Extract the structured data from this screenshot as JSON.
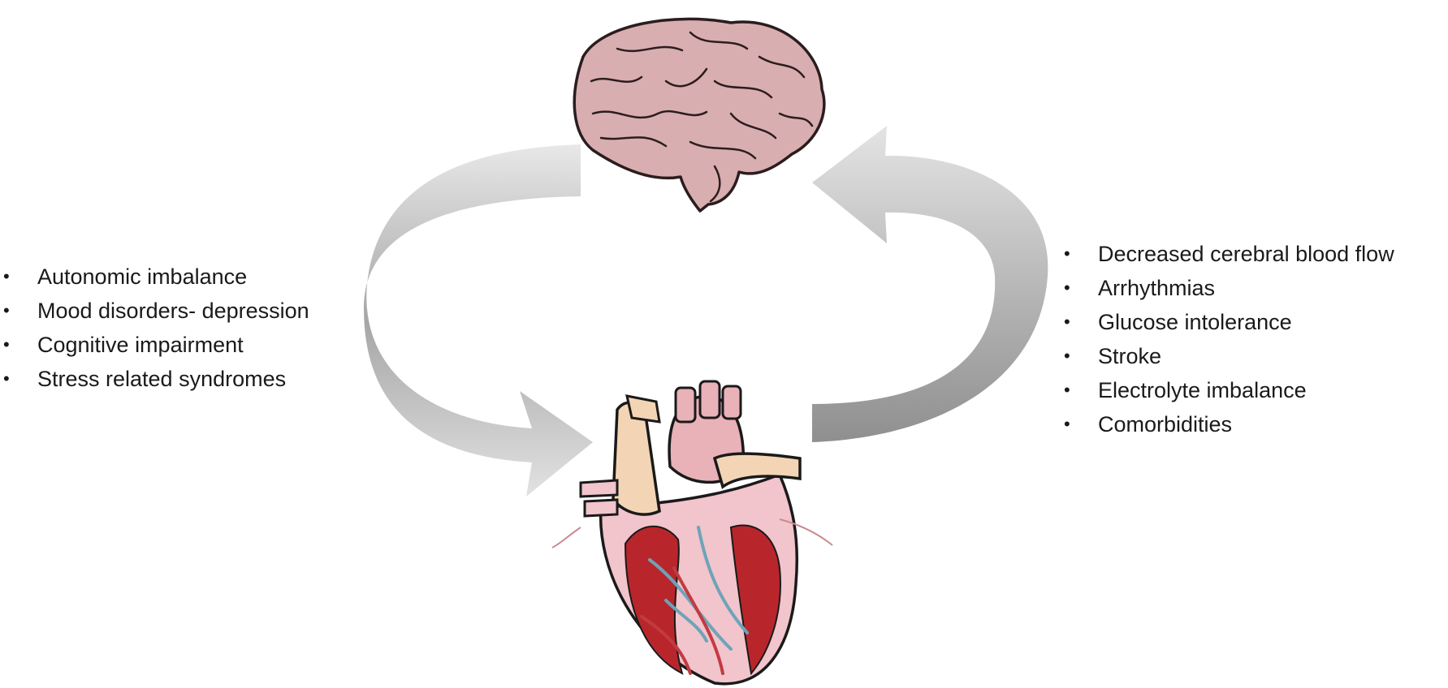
{
  "diagram": {
    "nodes": [
      {
        "id": "brain",
        "icon": "brain-icon"
      },
      {
        "id": "heart",
        "icon": "heart-icon"
      }
    ],
    "edges": [
      {
        "from": "brain",
        "to": "heart",
        "direction": "counter-clockwise, left side"
      },
      {
        "from": "heart",
        "to": "brain",
        "direction": "counter-clockwise, right side"
      }
    ]
  },
  "left_list": {
    "items": [
      "Autonomic imbalance",
      "Mood disorders- depression",
      "Cognitive impairment",
      "Stress related syndromes"
    ]
  },
  "right_list": {
    "items": [
      "Decreased cerebral blood flow",
      "Arrhythmias",
      "Glucose intolerance",
      "Stroke",
      "Electrolyte imbalance",
      "Comorbidities"
    ]
  },
  "colors": {
    "arrow_light": "#e6e6e6",
    "arrow_dark": "#a3a3a3",
    "brain_fill": "#d9aeb1",
    "brain_line": "#2b1d1e",
    "heart_pink": "#f2c4cc",
    "heart_red": "#b8262c",
    "heart_tan": "#f3d5b5",
    "vessel_blue": "#6fa3b8"
  }
}
